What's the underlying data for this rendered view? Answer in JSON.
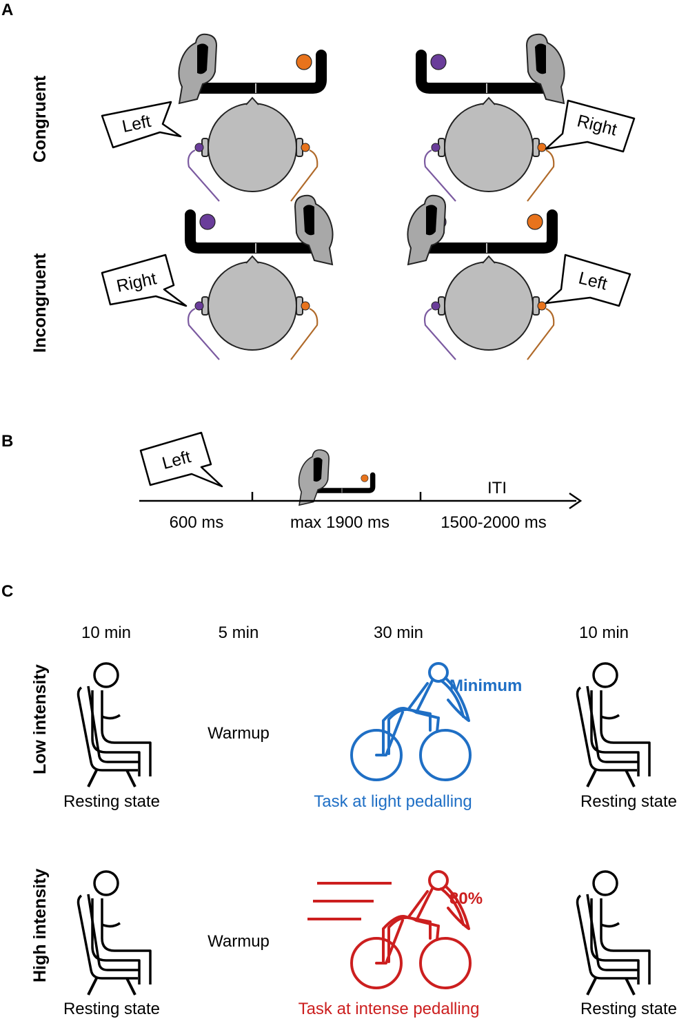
{
  "panels": {
    "a": "A",
    "b": "B",
    "c": "C"
  },
  "panel_a": {
    "rows": {
      "congruent": "Congruent",
      "incongruent": "Incongruent"
    },
    "bubbles": {
      "congruent_left": "Left",
      "congruent_right": "Right",
      "incongruent_left": "Right",
      "incongruent_right": "Left"
    }
  },
  "panel_b": {
    "bubble": "Left",
    "iti": "ITI",
    "durations": [
      "600 ms",
      "max 1900 ms",
      "1500-2000 ms"
    ]
  },
  "panel_c": {
    "durations": [
      "10 min",
      "5 min",
      "30 min",
      "10 min"
    ],
    "rows": {
      "low": "Low intensity",
      "high": "High intensity"
    },
    "resting": "Resting state",
    "warmup": "Warmup",
    "low_task": "Task at light pedalling",
    "high_task": "Task at intense pedalling",
    "low_level": "Minimum",
    "high_level": "80%"
  },
  "colors": {
    "left_button": "#6a3d9a",
    "right_button": "#e8731c",
    "low_intensity": "#1f6fc5",
    "high_intensity": "#cc1f1f",
    "head": "#bdbdbd",
    "hand": "#a8a8a8"
  }
}
